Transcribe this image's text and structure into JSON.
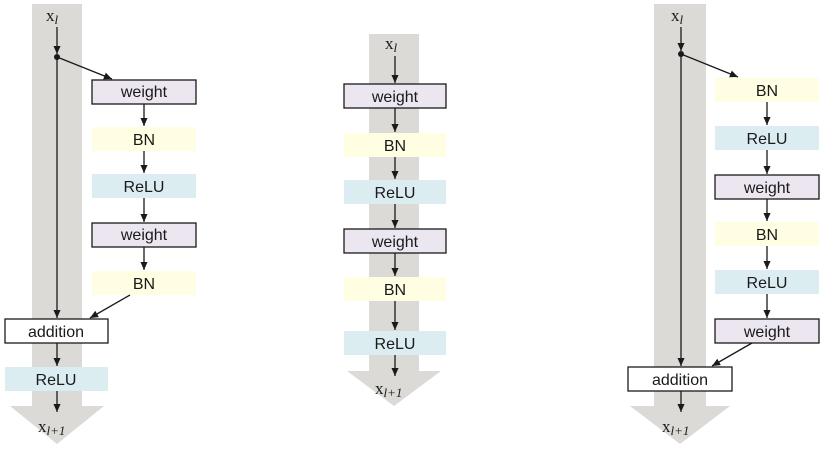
{
  "colors": {
    "gray_arrow": "#dcdad7",
    "weight": "#ece6f0",
    "bn": "#fffde2",
    "relu": "#dcedf2",
    "addition": "#ffffff",
    "line": "#1a1a1a"
  },
  "variables": {
    "x_base": "x",
    "sub_l": "l",
    "sub_l1": "l+1"
  },
  "diagram_a": {
    "input": "xl",
    "output": "xl+1",
    "blocks": [
      "weight",
      "BN",
      "ReLU",
      "weight",
      "BN"
    ],
    "addition": "addition",
    "post": "ReLU"
  },
  "diagram_b": {
    "input": "xl",
    "output": "xl+1",
    "blocks": [
      "weight",
      "BN",
      "ReLU",
      "weight",
      "BN",
      "ReLU"
    ]
  },
  "diagram_c": {
    "input": "xl",
    "output": "xl+1",
    "blocks": [
      "BN",
      "ReLU",
      "weight",
      "BN",
      "ReLU",
      "weight"
    ],
    "addition": "addition"
  }
}
